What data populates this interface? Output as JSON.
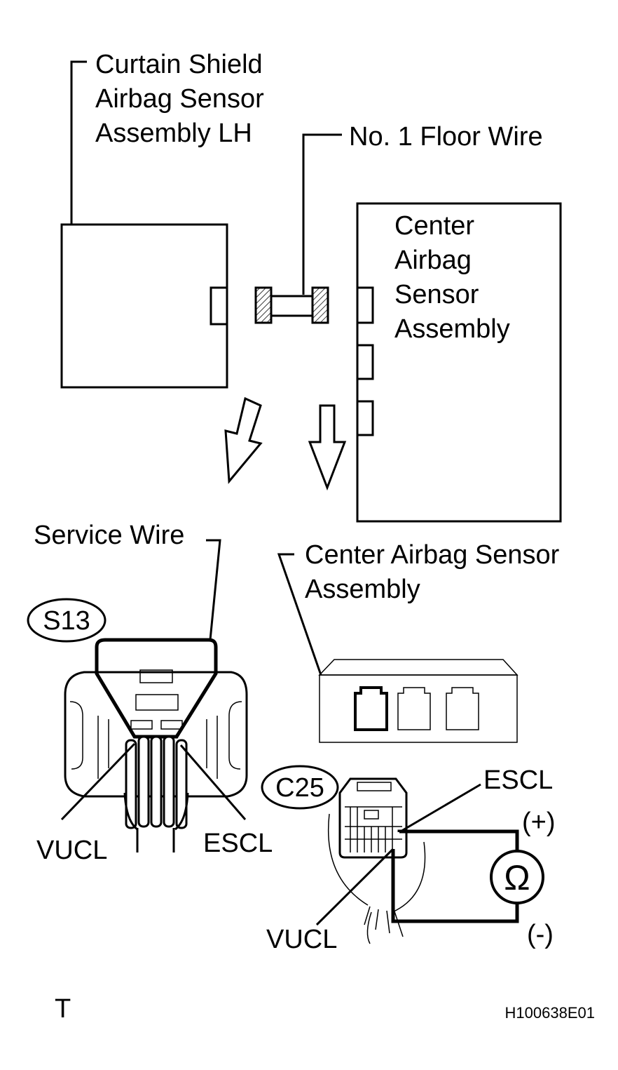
{
  "labels": {
    "curtain_line1": "Curtain Shield",
    "curtain_line2": "Airbag Sensor",
    "curtain_line3": "Assembly LH",
    "floor_wire": "No. 1 Floor Wire",
    "center_line1": "Center",
    "center_line2": "Airbag",
    "center_line3": "Sensor",
    "center_line4": "Assembly",
    "service_wire": "Service Wire",
    "connector_s13": "S13",
    "vucl_left": "VUCL",
    "escl_left": "ESCL",
    "center_bottom_line1": "Center Airbag Sensor",
    "center_bottom_line2": "Assembly",
    "connector_c25": "C25",
    "escl_right": "ESCL",
    "vucl_right": "VUCL",
    "plus": "(+)",
    "minus": "(-)",
    "ohm_symbol": "Ω",
    "footer_letter": "T",
    "figure_code": "H100638E01"
  },
  "icons": {
    "ohmmeter": "ohmmeter-icon",
    "arrows": "down-arrow-icon"
  }
}
